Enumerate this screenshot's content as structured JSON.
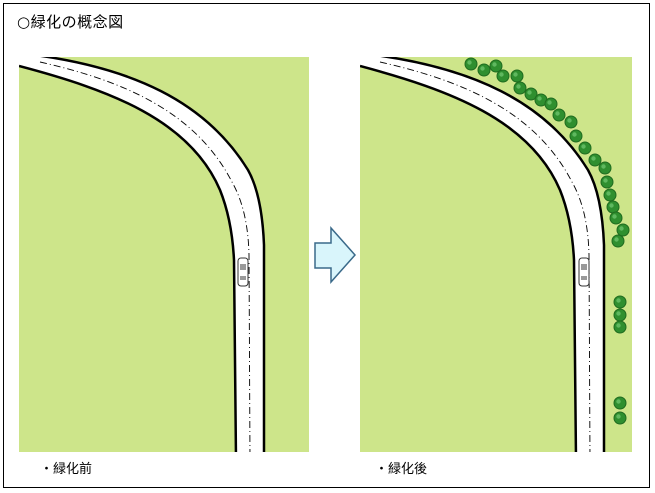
{
  "title": "○緑化の概念図",
  "panels": {
    "before": {
      "caption": "・緑化前"
    },
    "after": {
      "caption": "・緑化後"
    }
  },
  "colors": {
    "grass": "#cde58a",
    "road": "#ffffff",
    "edge": "#000000",
    "tree_fill": "#2f8f2f",
    "tree_dark": "#1f6b1f",
    "arrow_fill": "#d9f5fb"
  }
}
